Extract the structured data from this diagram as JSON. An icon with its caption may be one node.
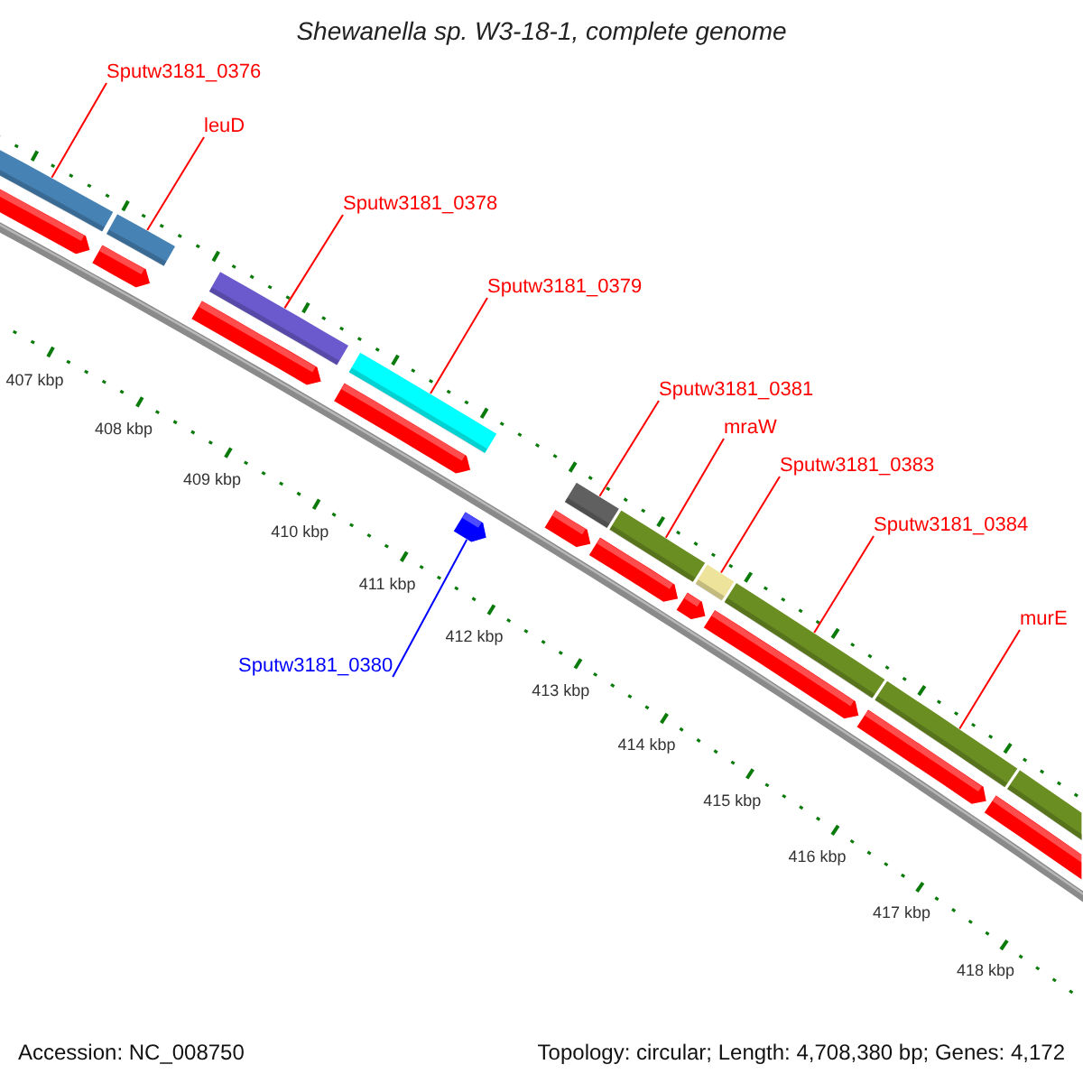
{
  "diagram": {
    "title": "Shewanella sp. W3-18-1, complete genome",
    "nodes": [
      {
        "text": [
          "Sputw3181_0376"
        ]
      },
      {
        "text": [
          "leuD"
        ]
      },
      {
        "text": [
          "Sputw3181_0378"
        ]
      },
      {
        "text": [
          "Sputw3181_0379"
        ]
      },
      {
        "text": [
          "Sputw3181_0381"
        ]
      },
      {
        "text": [
          "mraW"
        ]
      },
      {
        "text": [
          "Sputw3181_0383"
        ]
      },
      {
        "text": [
          "Sputw3181_0384"
        ]
      },
      {
        "text": [
          "murE"
        ]
      },
      {
        "text": [
          "Sputw3181_0380"
        ]
      },
      {
        "text": [],
        "shape": "bar"
      },
      {
        "text": [],
        "shape": "bar"
      },
      {
        "text": [],
        "shape": "bar"
      },
      {
        "text": [],
        "shape": "bar"
      },
      {
        "text": [],
        "shape": "bar"
      },
      {
        "text": [],
        "shape": "bar"
      },
      {
        "text": [],
        "shape": "bar"
      },
      {
        "text": [],
        "shape": "bar"
      },
      {
        "text": [],
        "shape": "bar"
      },
      {
        "text": [],
        "shape": "bar"
      },
      {
        "text": [],
        "shape": "arrow"
      },
      {
        "text": [],
        "shape": "arrow"
      },
      {
        "text": [],
        "shape": "arrow"
      },
      {
        "text": [],
        "shape": "arrow"
      },
      {
        "text": [],
        "shape": "arrow"
      },
      {
        "text": [],
        "shape": "arrow"
      },
      {
        "text": [],
        "shape": "arrow"
      },
      {
        "text": [],
        "shape": "arrow"
      },
      {
        "text": [],
        "shape": "arrow"
      },
      {
        "text": [],
        "shape": "arrow"
      },
      {
        "text": [],
        "shape": "arrow"
      }
    ],
    "edges": [
      {
        "from": 0,
        "to": 10,
        "arrow": "none"
      },
      {
        "from": 1,
        "to": 11,
        "arrow": "none"
      },
      {
        "from": 2,
        "to": 12,
        "arrow": "none"
      },
      {
        "from": 3,
        "to": 13,
        "arrow": "none"
      },
      {
        "from": 4,
        "to": 14,
        "arrow": "none"
      },
      {
        "from": 5,
        "to": 15,
        "arrow": "none"
      },
      {
        "from": 6,
        "to": 16,
        "arrow": "none"
      },
      {
        "from": 7,
        "to": 17,
        "arrow": "none"
      },
      {
        "from": 8,
        "to": 18,
        "arrow": "none"
      },
      {
        "from": 9,
        "to": 20,
        "arrow": "none",
        "color": "#0000ff"
      }
    ],
    "labels": [
      "407 kbp",
      "408 kbp",
      "409 kbp",
      "410 kbp",
      "411 kbp",
      "412 kbp",
      "413 kbp",
      "414 kbp",
      "415 kbp",
      "416 kbp",
      "417 kbp",
      "418 kbp",
      "Accession: NC_008750",
      "Topology: circular; Length: 4,708,380 bp; Genes: 4,172"
    ]
  }
}
